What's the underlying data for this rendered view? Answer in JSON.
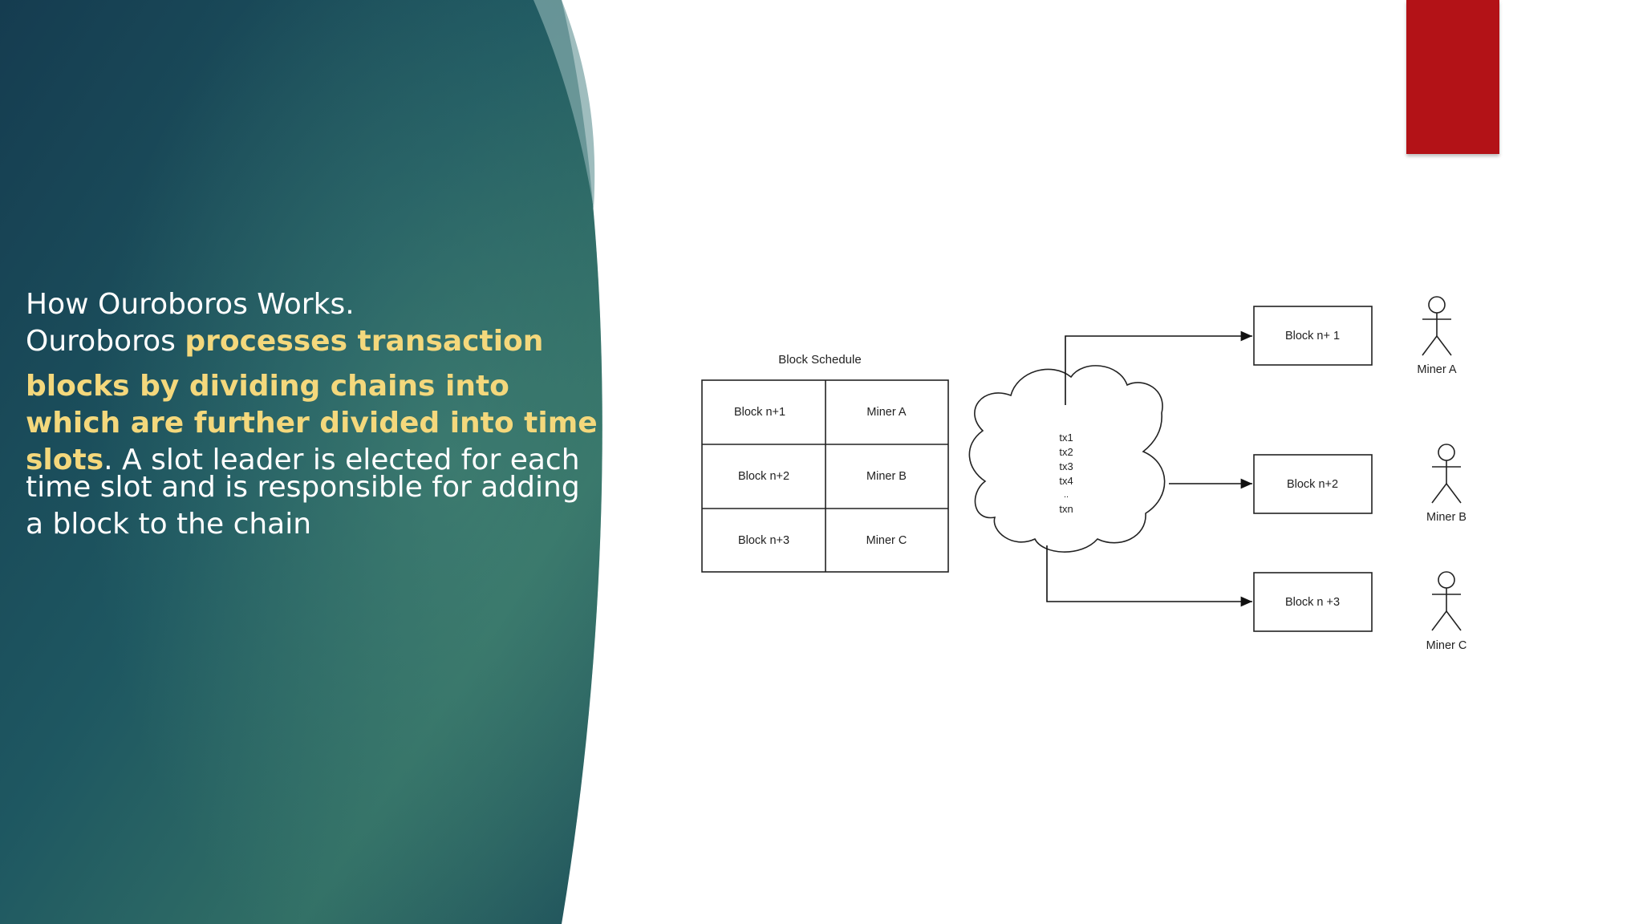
{
  "slide": {
    "text": {
      "line1": "How Ouroboros Works.",
      "line2_plain": "Ouroboros ",
      "line2_bold": "processes transaction",
      "line3_bold": "blocks by dividing chains into",
      "line4_bold": "which are further divided into time",
      "line5_bold": "slots",
      "line5_plain": ". A slot leader is elected for each",
      "line6": "time slot and is responsible for adding",
      "line7": "a block to the chain"
    },
    "colors": {
      "panel_gradient": [
        "#163f52",
        "#1f5a63",
        "#3a7a6e"
      ],
      "highlight_text": "#f4d87c",
      "accent_tab": "#b31217"
    }
  },
  "diagram": {
    "schedule_title": "Block Schedule",
    "schedule_rows": [
      {
        "block": "Block n+1",
        "miner": "Miner A"
      },
      {
        "block": "Block n+2",
        "miner": "Miner B"
      },
      {
        "block": "Block n+3",
        "miner": "Miner C"
      }
    ],
    "cloud_transactions": [
      "tx1",
      "tx2",
      "tx3",
      "tx4",
      "..",
      "txn"
    ],
    "output_blocks": [
      "Block n+ 1",
      "Block n+2",
      "Block n +3"
    ],
    "miners": [
      "Miner A",
      "Miner B",
      "Miner C"
    ]
  }
}
